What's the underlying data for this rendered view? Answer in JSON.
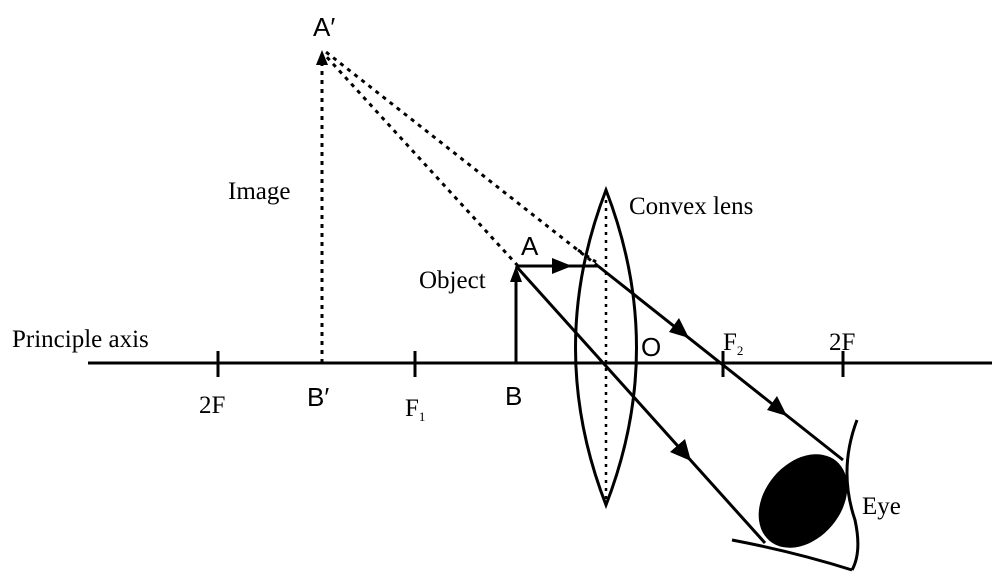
{
  "labels": {
    "image_tip": "A′",
    "image": "Image",
    "lens": "Convex lens",
    "object_tip": "A",
    "object": "Object",
    "axis": "Principle axis",
    "center": "O",
    "f2": "F",
    "f2_sub": "2",
    "twoF_right": "2F",
    "twoF_left": "2F",
    "image_base": "B′",
    "f1": "F",
    "f1_sub": "1",
    "object_base": "B",
    "eye": "Eye"
  }
}
